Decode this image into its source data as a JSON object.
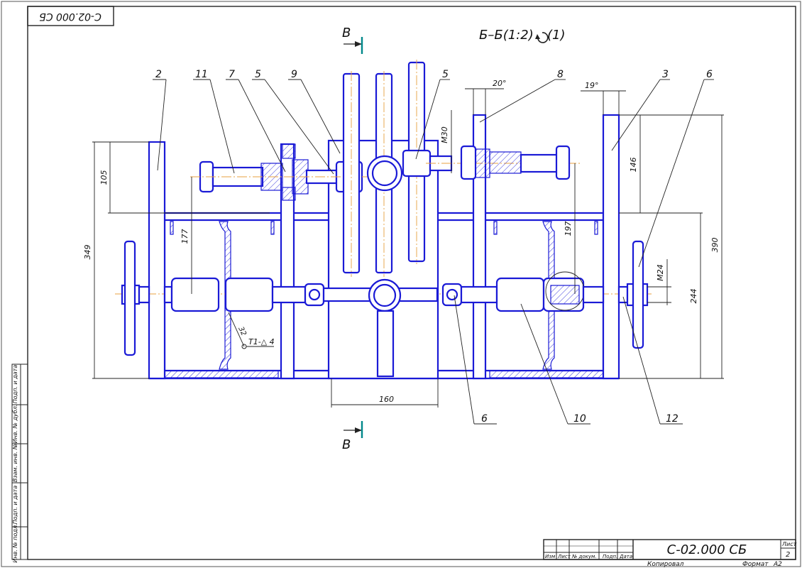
{
  "stamp_top": "С-02.000 СБ",
  "section_title": "Б–Б(1:2)",
  "section_rotation_suffix": "(1)",
  "section_markers": {
    "top": "В",
    "bottom": "В"
  },
  "callouts": {
    "c2": "2",
    "c11": "11",
    "c7": "7",
    "c5a": "5",
    "c9": "9",
    "c5b": "5",
    "c8": "8",
    "c3": "3",
    "c6a": "6",
    "c6b": "6",
    "c10": "10",
    "c12": "12"
  },
  "dimensions": {
    "d20": "20°",
    "d19": "19°",
    "m30": "М30",
    "m24": "М24",
    "d105": "105",
    "d349": "349",
    "d177": "177",
    "d146": "146",
    "d390": "390",
    "d197": "197",
    "d244": "244",
    "d160": "160",
    "d32": "32"
  },
  "weld_note": "Т1-△ 4",
  "side_stamps": [
    "Подп. и дата",
    "Инв. № дубл.",
    "Взам. инв. №",
    "Подп. и дата",
    "Инв. № подл."
  ],
  "title_block": {
    "designation": "С-02.000 СБ",
    "sheet_label": "Лист",
    "sheet_number": "2",
    "headers": [
      "Изм",
      "Лист",
      "№ докум.",
      "Подп.",
      "Дата"
    ],
    "copied": "Копировал",
    "format": "Формат",
    "format_value": "А2"
  }
}
